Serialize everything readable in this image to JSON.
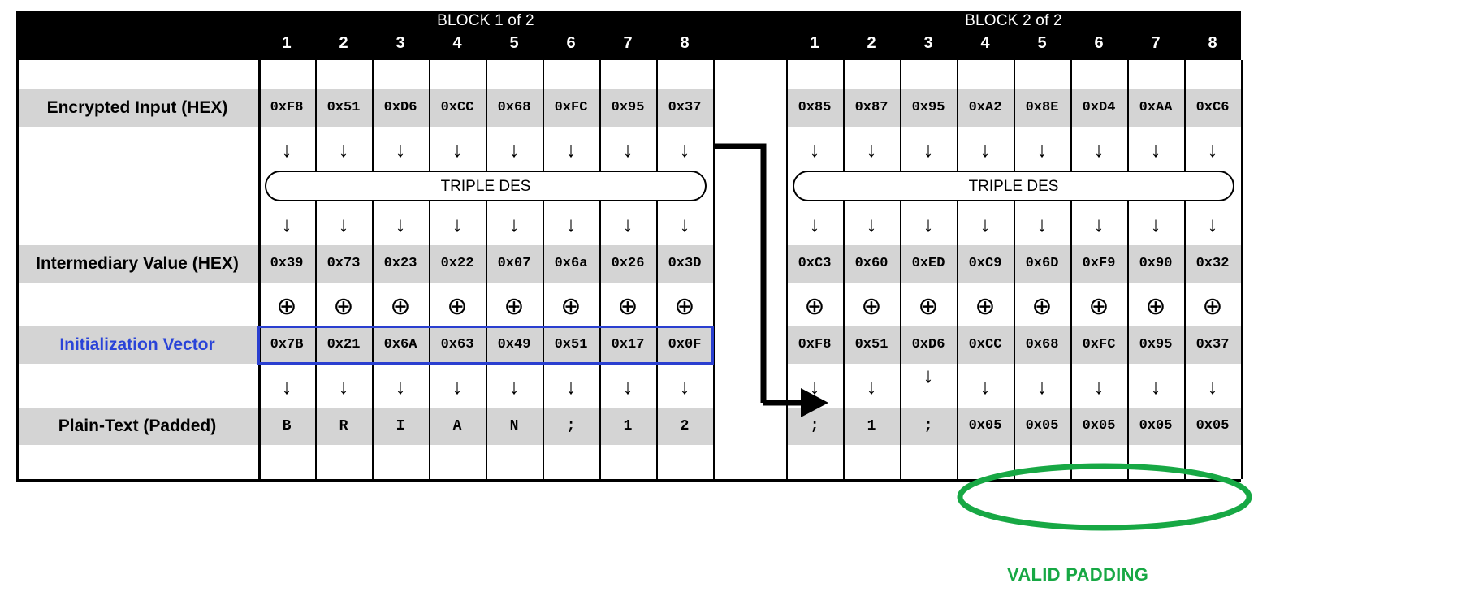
{
  "diagram": {
    "title_block1": "BLOCK 1 of 2",
    "title_block2": "BLOCK 2 of 2",
    "column_numbers": [
      "1",
      "2",
      "3",
      "4",
      "5",
      "6",
      "7",
      "8"
    ],
    "cipher_label": "TRIPLE DES",
    "annotation": "VALID PADDING",
    "arrow_glyph": "↓",
    "xor_glyph": "⊕",
    "colors": {
      "header_bg": "#000000",
      "header_text": "#ffffff",
      "cell_shade": "#d4d4d4",
      "iv_label": "#2a44d8",
      "iv_outline": "#2a3fd0",
      "annotation": "#17a844",
      "grid_line": "#000000"
    },
    "rows": {
      "encrypted_input": {
        "label": "Encrypted Input (HEX)",
        "block1": [
          "0xF8",
          "0x51",
          "0xD6",
          "0xCC",
          "0x68",
          "0xFC",
          "0x95",
          "0x37"
        ],
        "block2": [
          "0x85",
          "0x87",
          "0x95",
          "0xA2",
          "0x8E",
          "0xD4",
          "0xAA",
          "0xC6"
        ]
      },
      "intermediary_value": {
        "label": "Intermediary Value (HEX)",
        "block1": [
          "0x39",
          "0x73",
          "0x23",
          "0x22",
          "0x07",
          "0x6a",
          "0x26",
          "0x3D"
        ],
        "block2": [
          "0xC3",
          "0x60",
          "0xED",
          "0xC9",
          "0x6D",
          "0xF9",
          "0x90",
          "0x32"
        ]
      },
      "initialization_vector": {
        "label": "Initialization Vector",
        "block1": [
          "0x7B",
          "0x21",
          "0x6A",
          "0x63",
          "0x49",
          "0x51",
          "0x17",
          "0x0F"
        ],
        "block2": [
          "0xF8",
          "0x51",
          "0xD6",
          "0xCC",
          "0x68",
          "0xFC",
          "0x95",
          "0x37"
        ]
      },
      "plain_text": {
        "label": "Plain-Text (Padded)",
        "block1": [
          "B",
          "R",
          "I",
          "A",
          "N",
          ";",
          "1",
          "2"
        ],
        "block2": [
          ";",
          "1",
          ";",
          "0x05",
          "0x05",
          "0x05",
          "0x05",
          "0x05"
        ]
      }
    }
  }
}
